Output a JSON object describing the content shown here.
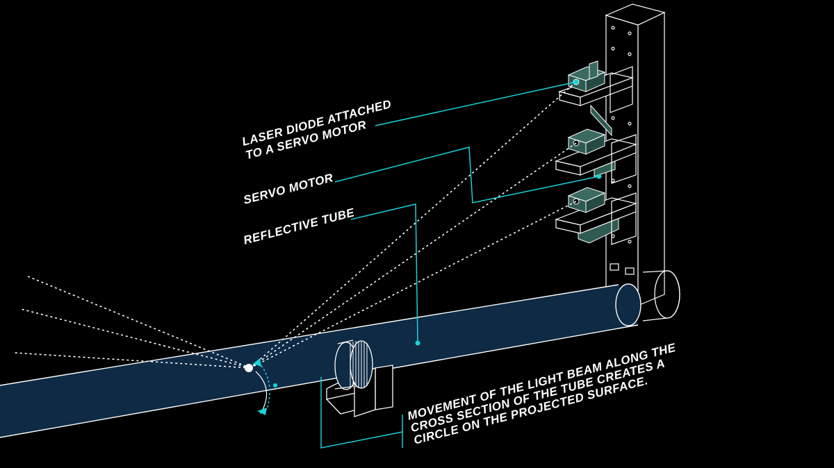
{
  "labels": {
    "laser_line1": "LASER DIODE ATTACHED",
    "laser_line2": "TO  A SERVO MOTOR",
    "servo": "SERVO MOTOR",
    "tube": "REFLECTIVE TUBE",
    "movement_line1": "MOVEMENT OF THE LIGHT BEAM ALONG THE",
    "movement_line2": "CROSS  SECTION  OF  THE  TUBE  CREATES  A",
    "movement_line3": "CIRCLE ON THE PROJECTED SURFACE."
  },
  "colors": {
    "background": "#000000",
    "accent": "#19d3da",
    "tube_fill": "#0e2a44",
    "outline": "#ffffff",
    "device_fill": "#2f5a52"
  }
}
